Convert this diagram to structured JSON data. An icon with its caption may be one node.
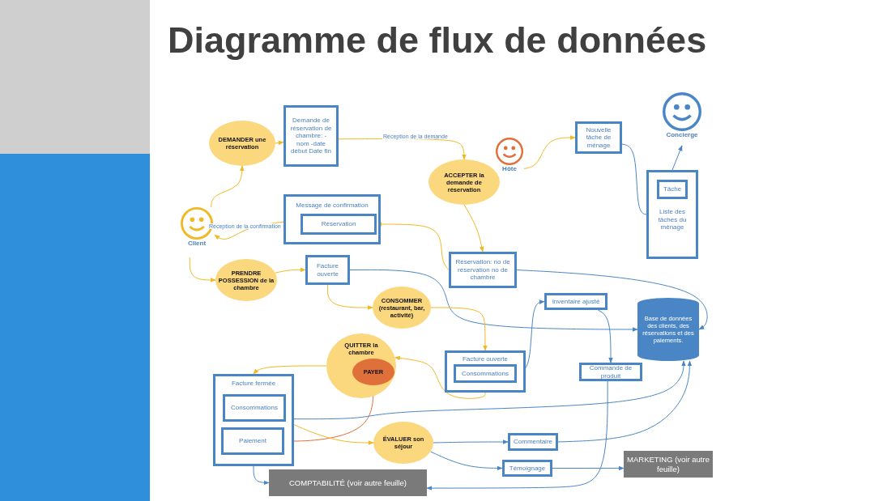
{
  "diagram": {
    "title": "Diagramme de flux de données",
    "nodes": [
      {
        "text": [
          "Client"
        ]
      },
      {
        "text": [
          "DEMANDER une réservation"
        ]
      },
      {
        "text": [
          "Demande de réservation de chambre: - nom -date début Date fin"
        ]
      },
      {
        "text": [
          "ACCEPTER la demande de réservation"
        ]
      },
      {
        "text": [
          "Hôte"
        ]
      },
      {
        "text": [
          "Nouvelle tâche de ménage"
        ]
      },
      {
        "text": [
          "Concierge"
        ]
      },
      {
        "text": [
          "Liste des tâches du ménage"
        ]
      },
      {
        "text": [
          "Tâche"
        ],
        "in": 7
      },
      {
        "text": [
          "Message de confirmation"
        ]
      },
      {
        "text": [
          "Réservation"
        ],
        "in": 9
      },
      {
        "text": [
          "PRENDRE POSSESSION de la chambre"
        ]
      },
      {
        "text": [
          "Facture ouverte"
        ]
      },
      {
        "text": [
          "Réservation: no de réservation no de chambre"
        ]
      },
      {
        "text": [
          "CONSOMMER (restaurant, bar, activité)"
        ]
      },
      {
        "text": [
          "Inventaire ajusté"
        ]
      },
      {
        "text": [
          "Base de données des clients, des réservations et des paiements."
        ]
      },
      {
        "text": [
          "QUITTER la chambre"
        ]
      },
      {
        "text": [
          "PAYER"
        ],
        "in": 17
      },
      {
        "text": [
          "Facture ouverte"
        ]
      },
      {
        "text": [
          "Consommations"
        ],
        "in": 19
      },
      {
        "text": [
          "Commande de produit"
        ]
      },
      {
        "text": [
          "Facture fermée"
        ]
      },
      {
        "text": [
          "Consommations"
        ],
        "in": 22
      },
      {
        "text": [
          "Paiement"
        ],
        "in": 22
      },
      {
        "text": [
          "ÉVALUER son séjour"
        ]
      },
      {
        "text": [
          "Commentaire"
        ]
      },
      {
        "text": [
          "Témoignage"
        ]
      },
      {
        "text": [
          "MARKETING (voir autre feuille)"
        ]
      },
      {
        "text": [
          "COMPTABILITÉ (voir autre feuille)"
        ]
      }
    ],
    "edges": [
      {
        "from": 0,
        "to": 1,
        "arrow": "to"
      },
      {
        "from": 1,
        "to": 2,
        "arrow": "to"
      },
      {
        "from": 2,
        "to": 3,
        "arrow": "to",
        "label": "Réception de la demande"
      },
      {
        "from": 3,
        "to": 13,
        "arrow": "to"
      },
      {
        "from": 4,
        "to": 5,
        "arrow": "to"
      },
      {
        "from": 5,
        "to": 7,
        "arrow": "none",
        "color": "#4a86c5"
      },
      {
        "from": 7,
        "to": 6,
        "arrow": "to",
        "color": "#4a86c5"
      },
      {
        "from": 13,
        "to": 10,
        "arrow": "to"
      },
      {
        "from": 9,
        "to": 0,
        "arrow": "to",
        "label": "Réception de la confirmation"
      },
      {
        "from": 0,
        "to": 11,
        "arrow": "to"
      },
      {
        "from": 11,
        "to": 12,
        "arrow": "to"
      },
      {
        "from": 12,
        "to": 14,
        "arrow": "to"
      },
      {
        "from": 12,
        "to": 16,
        "arrow": "to",
        "color": "#4a86c5"
      },
      {
        "from": 14,
        "to": 19,
        "arrow": "to"
      },
      {
        "from": 19,
        "to": 17,
        "arrow": "to"
      },
      {
        "from": 20,
        "to": 15,
        "arrow": "to",
        "color": "#4a86c5"
      },
      {
        "from": 15,
        "to": 21,
        "arrow": "to",
        "color": "#4a86c5"
      },
      {
        "from": 21,
        "to": 29,
        "arrow": "to",
        "color": "#4a86c5"
      },
      {
        "from": 13,
        "to": 16,
        "arrow": "to",
        "color": "#4a86c5"
      },
      {
        "from": 17,
        "to": 22,
        "arrow": "to"
      },
      {
        "from": 18,
        "to": 24,
        "arrow": "to",
        "color": "#e0703a"
      },
      {
        "from": 23,
        "to": 16,
        "arrow": "to",
        "color": "#4a86c5"
      },
      {
        "from": 23,
        "to": 25,
        "arrow": "to"
      },
      {
        "from": 25,
        "to": 26,
        "arrow": "to",
        "color": "#4a86c5"
      },
      {
        "from": 25,
        "to": 27,
        "arrow": "to",
        "color": "#4a86c5"
      },
      {
        "from": 26,
        "to": 16,
        "arrow": "to",
        "color": "#4a86c5"
      },
      {
        "from": 27,
        "to": 28,
        "arrow": "to",
        "color": "#4a86c5"
      },
      {
        "from": 22,
        "to": 29,
        "arrow": "to",
        "color": "#4a86c5"
      }
    ]
  }
}
